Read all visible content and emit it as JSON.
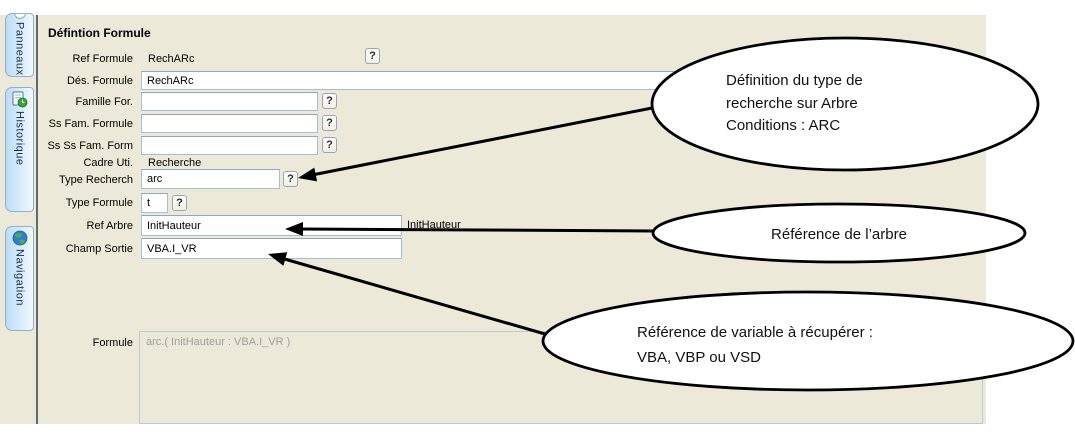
{
  "sidebar": {
    "tabs": [
      {
        "label": "Panneaux",
        "icon": "panel-icon"
      },
      {
        "label": "Historique",
        "icon": "history-icon"
      },
      {
        "label": "Navigation",
        "icon": "globe-icon"
      }
    ]
  },
  "form": {
    "title": "Défintion Formule",
    "help_button_label": "?",
    "ref_formule": {
      "label": "Ref Formule",
      "value": "RechARc"
    },
    "des_formule": {
      "label": "Dés. Formule",
      "value": "RechARc"
    },
    "famille_for": {
      "label": "Famille For.",
      "value": ""
    },
    "ss_fam_formule": {
      "label": "Ss Fam. Formule",
      "value": ""
    },
    "ss_ss_fam_form": {
      "label": "Ss Ss Fam. Form",
      "value": ""
    },
    "cadre_uti": {
      "label": "Cadre Uti.",
      "value": "Recherche"
    },
    "type_recherch": {
      "label": "Type Recherch",
      "value": "arc"
    },
    "type_formule": {
      "label": "Type Formule",
      "value": "t"
    },
    "ref_arbre": {
      "label": "Ref Arbre",
      "value": "InitHauteur",
      "echo": "InitHauteur"
    },
    "champ_sortie": {
      "label": "Champ Sortie",
      "value": "VBA.I_VR"
    },
    "formule": {
      "label": "Formule",
      "value": "arc.( InitHauteur : VBA.I_VR )"
    }
  },
  "callouts": [
    {
      "lines": [
        "Définition du type de",
        "recherche sur Arbre",
        "Conditions : ARC"
      ]
    },
    {
      "lines": [
        "Référence de l’arbre"
      ]
    },
    {
      "lines": [
        "Référence de variable à récupérer :",
        "VBA, VBP ou VSD"
      ]
    }
  ],
  "colors": {
    "workarea_bg": "#ece9d8",
    "tab_bg": "#d8ecfb",
    "input_border": "#a3bfd7",
    "annotation_stroke": "#000000",
    "formula_placeholder_text": "#9e9e9e"
  }
}
